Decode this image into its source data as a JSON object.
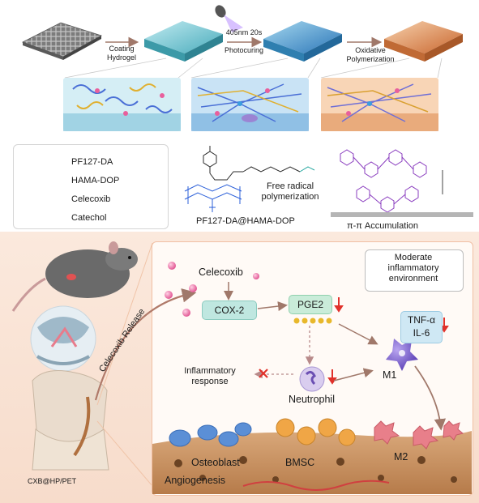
{
  "process": {
    "step1": "Coating",
    "step1b": "Hydrogel",
    "step2_top": "405nm 20s",
    "step2": "Photocuring",
    "step3": "Oxidative",
    "step3b": "Polymerization"
  },
  "legend": {
    "items": [
      {
        "label": "PF127-DA",
        "color": "#4a6fd6"
      },
      {
        "label": "HAMA-DOP",
        "color": "#e0b030"
      },
      {
        "label": "Celecoxib",
        "color": "#e85f9c"
      },
      {
        "label": "Catechol",
        "color": "#a35cc7"
      }
    ]
  },
  "chemistry": {
    "free_radical_1": "Free radical",
    "free_radical_2": "polymerization",
    "composite_name": "PF127-DA@HAMA-DOP",
    "pi_label": "π-π Accumulation"
  },
  "mechanism": {
    "celecoxib": "Celecoxib",
    "release": "Celecoxib Release",
    "cox2": "COX-2",
    "pge2": "PGE2",
    "tnf": "TNF-α",
    "il6": "IL-6",
    "env_1": "Moderate",
    "env_2": "inflammatory",
    "env_3": "environment",
    "inflam_1": "Inflammatory",
    "inflam_2": "response",
    "neutrophil": "Neutrophil",
    "m1": "M1",
    "m2": "M2",
    "osteoblast": "Osteoblast",
    "bmsc": "BMSC",
    "angiogenesis": "Angiogenesis",
    "implant": "CXB@HP/PET"
  },
  "colors": {
    "arrow_brown": "#a0786a",
    "down_arrow_red": "#e0312a",
    "x_red": "#e0312a"
  }
}
